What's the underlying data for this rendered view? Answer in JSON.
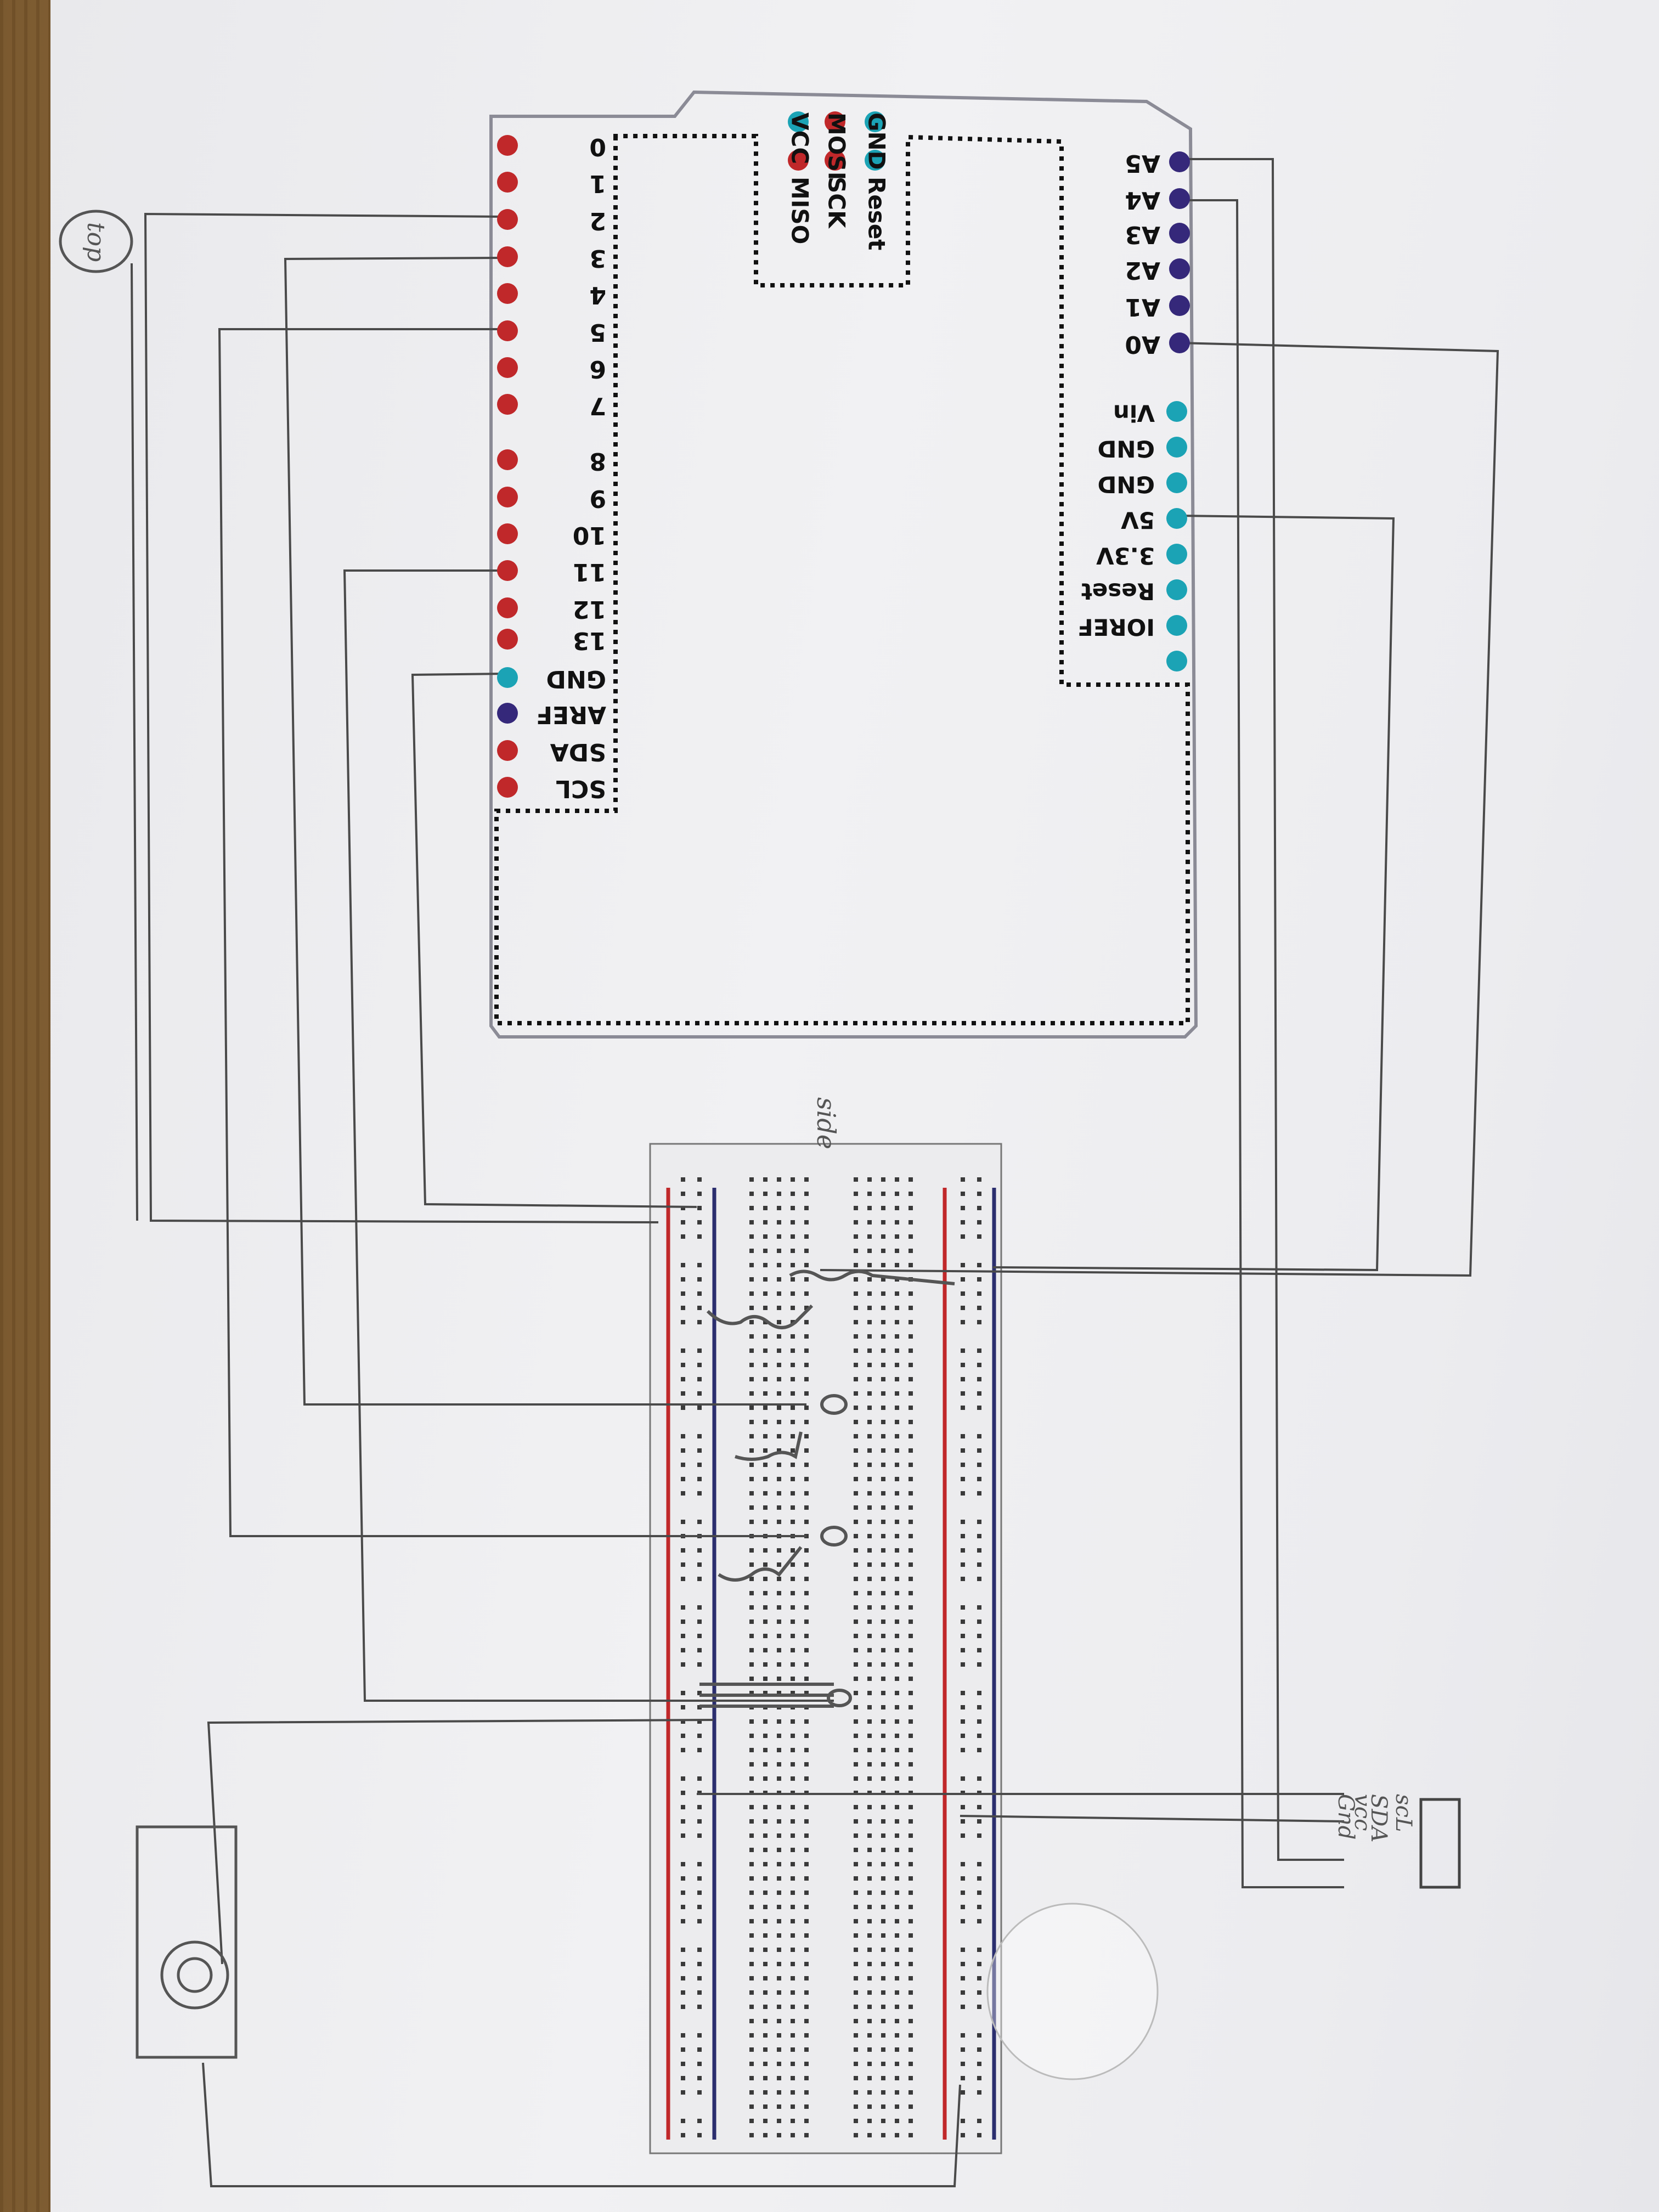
{
  "board": {
    "digital_pins": [
      "0",
      "1",
      "2",
      "3",
      "4",
      "5",
      "6",
      "7",
      "8",
      "9",
      "10",
      "11",
      "12",
      "13",
      "GND",
      "AREF",
      "SDA",
      "SCL"
    ],
    "power_pins": [
      "IOREF",
      "Reset",
      "3.3V",
      "5V",
      "GND",
      "GND",
      "Vin"
    ],
    "analog_pins": [
      "A0",
      "A1",
      "A2",
      "A3",
      "A4",
      "A5"
    ],
    "icsp_left": [
      "GND",
      "MOSI",
      "VCC"
    ],
    "icsp_right": [
      "Reset",
      "SCK",
      "MISO"
    ]
  },
  "annotations": {
    "top_label": "top",
    "side_label": "side",
    "sensor_pins": [
      "Gnd",
      "vcc",
      "SDA",
      "scL"
    ]
  },
  "colors": {
    "digital_pin": "#c0282a",
    "power_pin": "#1ba3b5",
    "analog_pin": "#35287a",
    "rail_red": "#c0282a",
    "rail_blue": "#2b2e6e",
    "wire": "#4a4a4a"
  }
}
